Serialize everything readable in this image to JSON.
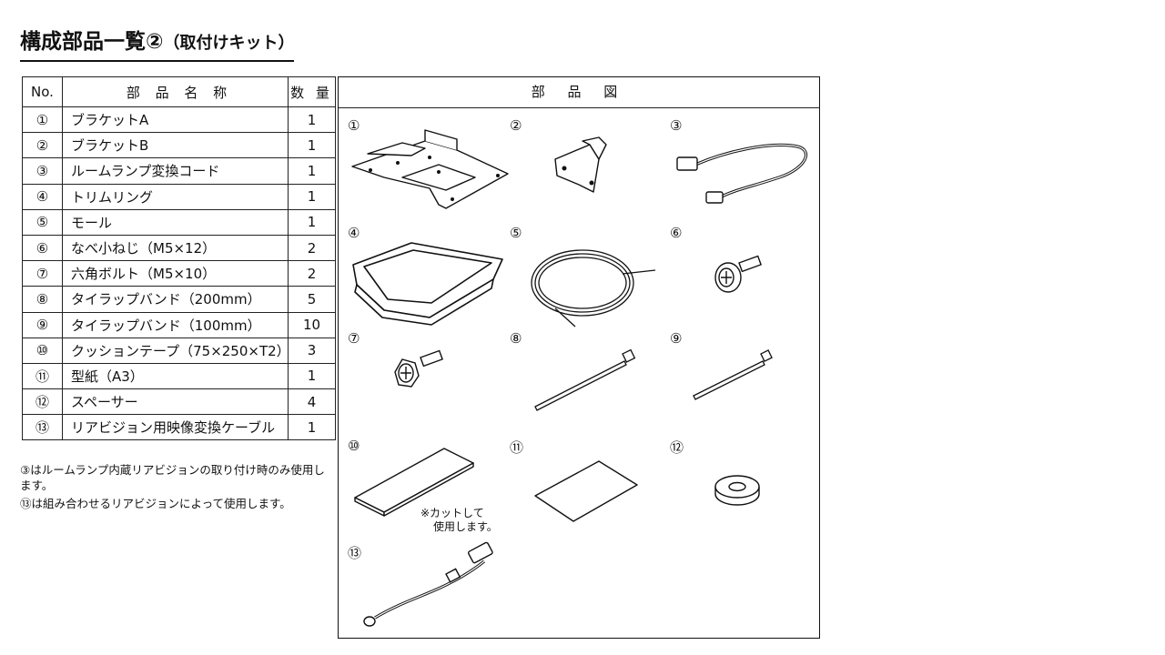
{
  "title": {
    "main": "構成部品一覧②",
    "sub": "（取付けキット）"
  },
  "table": {
    "headers": {
      "no": "No.",
      "name": "部 品 名 称",
      "qty": "数 量"
    },
    "rows": [
      {
        "no": "①",
        "name": "ブラケットA",
        "qty": "1"
      },
      {
        "no": "②",
        "name": "ブラケットB",
        "qty": "1"
      },
      {
        "no": "③",
        "name": "ルームランプ変換コード",
        "qty": "1"
      },
      {
        "no": "④",
        "name": "トリムリング",
        "qty": "1"
      },
      {
        "no": "⑤",
        "name": "モール",
        "qty": "1"
      },
      {
        "no": "⑥",
        "name": "なべ小ねじ（M5×12）",
        "qty": "2"
      },
      {
        "no": "⑦",
        "name": "六角ボルト（M5×10）",
        "qty": "2"
      },
      {
        "no": "⑧",
        "name": "タイラップバンド（200mm）",
        "qty": "5"
      },
      {
        "no": "⑨",
        "name": "タイラップバンド（100mm）",
        "qty": "10"
      },
      {
        "no": "⑩",
        "name": "クッションテープ（75×250×T2）",
        "qty": "3"
      },
      {
        "no": "⑪",
        "name": "型紙（A3）",
        "qty": "1"
      },
      {
        "no": "⑫",
        "name": "スペーサー",
        "qty": "4"
      },
      {
        "no": "⑬",
        "name": "リアビジョン用映像変換ケーブル",
        "qty": "1"
      }
    ]
  },
  "notes": [
    "③はルームランプ内蔵リアビジョンの取り付け時のみ使用します。",
    "⑬は組み合わせるリアビジョンによって使用します。"
  ],
  "figure": {
    "header": "部 品 図",
    "labels": [
      "①",
      "②",
      "③",
      "④",
      "⑤",
      "⑥",
      "⑦",
      "⑧",
      "⑨",
      "⑩",
      "⑪",
      "⑫",
      "⑬"
    ],
    "cut_note_line1": "※カットして",
    "cut_note_line2": "使用します。"
  }
}
